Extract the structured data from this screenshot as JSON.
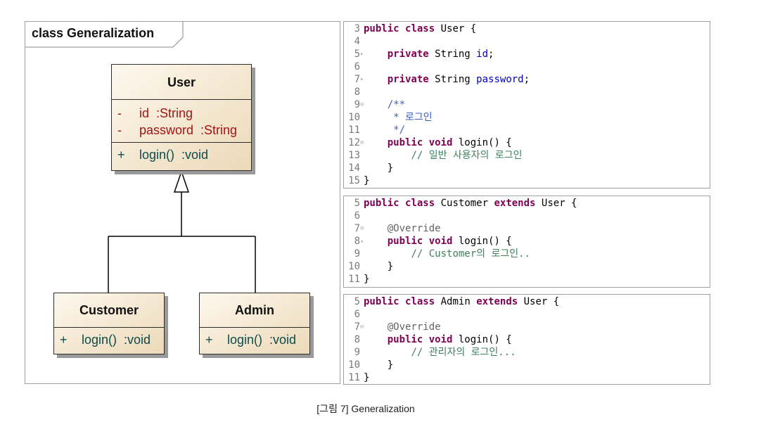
{
  "diagram": {
    "frame_title": "class Generalization",
    "classes": [
      {
        "name": "User",
        "attributes": [
          {
            "visibility": "-",
            "text": "id  :String"
          },
          {
            "visibility": "-",
            "text": "password  :String"
          }
        ],
        "operations": [
          {
            "visibility": "+",
            "text": "login()  :void"
          }
        ]
      },
      {
        "name": "Customer",
        "operations": [
          {
            "visibility": "+",
            "text": "login()  :void"
          }
        ]
      },
      {
        "name": "Admin",
        "operations": [
          {
            "visibility": "+",
            "text": "login()  :void"
          }
        ]
      }
    ]
  },
  "code_panels": [
    {
      "id": "user",
      "lines": [
        {
          "num": "3",
          "marker": "",
          "tokens": [
            {
              "t": "public",
              "k": "kw"
            },
            {
              "t": " "
            },
            {
              "t": "class",
              "k": "kw"
            },
            {
              "t": " User {"
            }
          ]
        },
        {
          "num": "4",
          "marker": "",
          "tokens": []
        },
        {
          "num": "5",
          "marker": "▸",
          "tokens": [
            {
              "t": "    "
            },
            {
              "t": "private",
              "k": "kw"
            },
            {
              "t": " String "
            },
            {
              "t": "id",
              "k": "fld"
            },
            {
              "t": ";"
            }
          ]
        },
        {
          "num": "6",
          "marker": "",
          "tokens": []
        },
        {
          "num": "7",
          "marker": "▸",
          "tokens": [
            {
              "t": "    "
            },
            {
              "t": "private",
              "k": "kw"
            },
            {
              "t": " String "
            },
            {
              "t": "password",
              "k": "fld"
            },
            {
              "t": ";"
            }
          ]
        },
        {
          "num": "8",
          "marker": "",
          "tokens": []
        },
        {
          "num": "9",
          "marker": "⊖",
          "tokens": [
            {
              "t": "    "
            },
            {
              "t": "/**",
              "k": "jd"
            }
          ]
        },
        {
          "num": "10",
          "marker": "",
          "tokens": [
            {
              "t": "     "
            },
            {
              "t": "* 로그인",
              "k": "jd"
            }
          ]
        },
        {
          "num": "11",
          "marker": "",
          "tokens": [
            {
              "t": "     "
            },
            {
              "t": "*/",
              "k": "jd"
            }
          ]
        },
        {
          "num": "12",
          "marker": "⊖",
          "tokens": [
            {
              "t": "    "
            },
            {
              "t": "public",
              "k": "kw"
            },
            {
              "t": " "
            },
            {
              "t": "void",
              "k": "kw"
            },
            {
              "t": " login() {"
            }
          ]
        },
        {
          "num": "13",
          "marker": "",
          "tokens": [
            {
              "t": "        "
            },
            {
              "t": "// 일반 사용자의 로그인",
              "k": "cm"
            }
          ]
        },
        {
          "num": "14",
          "marker": "",
          "tokens": [
            {
              "t": "    }"
            }
          ]
        },
        {
          "num": "15",
          "marker": "",
          "tokens": [
            {
              "t": "}"
            }
          ]
        }
      ]
    },
    {
      "id": "customer",
      "lines": [
        {
          "num": "5",
          "marker": "",
          "tokens": [
            {
              "t": "public",
              "k": "kw"
            },
            {
              "t": " "
            },
            {
              "t": "class",
              "k": "kw"
            },
            {
              "t": " Customer "
            },
            {
              "t": "extends",
              "k": "kw"
            },
            {
              "t": " User {"
            }
          ]
        },
        {
          "num": "6",
          "marker": "",
          "tokens": []
        },
        {
          "num": "7",
          "marker": "⊖",
          "tokens": [
            {
              "t": "    "
            },
            {
              "t": "@Override",
              "k": "an"
            }
          ]
        },
        {
          "num": "8",
          "marker": "▴",
          "tokens": [
            {
              "t": "    "
            },
            {
              "t": "public",
              "k": "kw"
            },
            {
              "t": " "
            },
            {
              "t": "void",
              "k": "kw"
            },
            {
              "t": " login() {"
            }
          ]
        },
        {
          "num": "9",
          "marker": "",
          "tokens": [
            {
              "t": "        "
            },
            {
              "t": "// Customer의 로그인..",
              "k": "cm"
            }
          ]
        },
        {
          "num": "10",
          "marker": "",
          "tokens": [
            {
              "t": "    }"
            }
          ]
        },
        {
          "num": "11",
          "marker": "",
          "tokens": [
            {
              "t": "}"
            }
          ]
        }
      ]
    },
    {
      "id": "admin",
      "lines": [
        {
          "num": "5",
          "marker": "",
          "tokens": [
            {
              "t": "public",
              "k": "kw"
            },
            {
              "t": " "
            },
            {
              "t": "class",
              "k": "kw"
            },
            {
              "t": " Admin "
            },
            {
              "t": "extends",
              "k": "kw"
            },
            {
              "t": " User {"
            }
          ]
        },
        {
          "num": "6",
          "marker": "",
          "tokens": []
        },
        {
          "num": "7",
          "marker": "⊖",
          "tokens": [
            {
              "t": "    "
            },
            {
              "t": "@Override",
              "k": "an"
            }
          ]
        },
        {
          "num": "8",
          "marker": "",
          "tokens": [
            {
              "t": "    "
            },
            {
              "t": "public",
              "k": "kw"
            },
            {
              "t": " "
            },
            {
              "t": "void",
              "k": "kw"
            },
            {
              "t": " login() {"
            }
          ]
        },
        {
          "num": "9",
          "marker": "",
          "tokens": [
            {
              "t": "        "
            },
            {
              "t": "// 관리자의 로그인...",
              "k": "cm"
            }
          ]
        },
        {
          "num": "10",
          "marker": "",
          "tokens": [
            {
              "t": "    }"
            }
          ]
        },
        {
          "num": "11",
          "marker": "",
          "tokens": [
            {
              "t": "}"
            }
          ]
        }
      ]
    }
  ],
  "caption": "[그림 7] Generalization",
  "colors": {
    "keyword": "#7f0055",
    "field": "#0000c0",
    "javadoc": "#3f5fbf",
    "comment": "#3f7f5f",
    "annotation": "#646464",
    "class_fill": "#f5ead4",
    "attribute_text": "#a31515",
    "operation_text": "#0e4b4b"
  }
}
